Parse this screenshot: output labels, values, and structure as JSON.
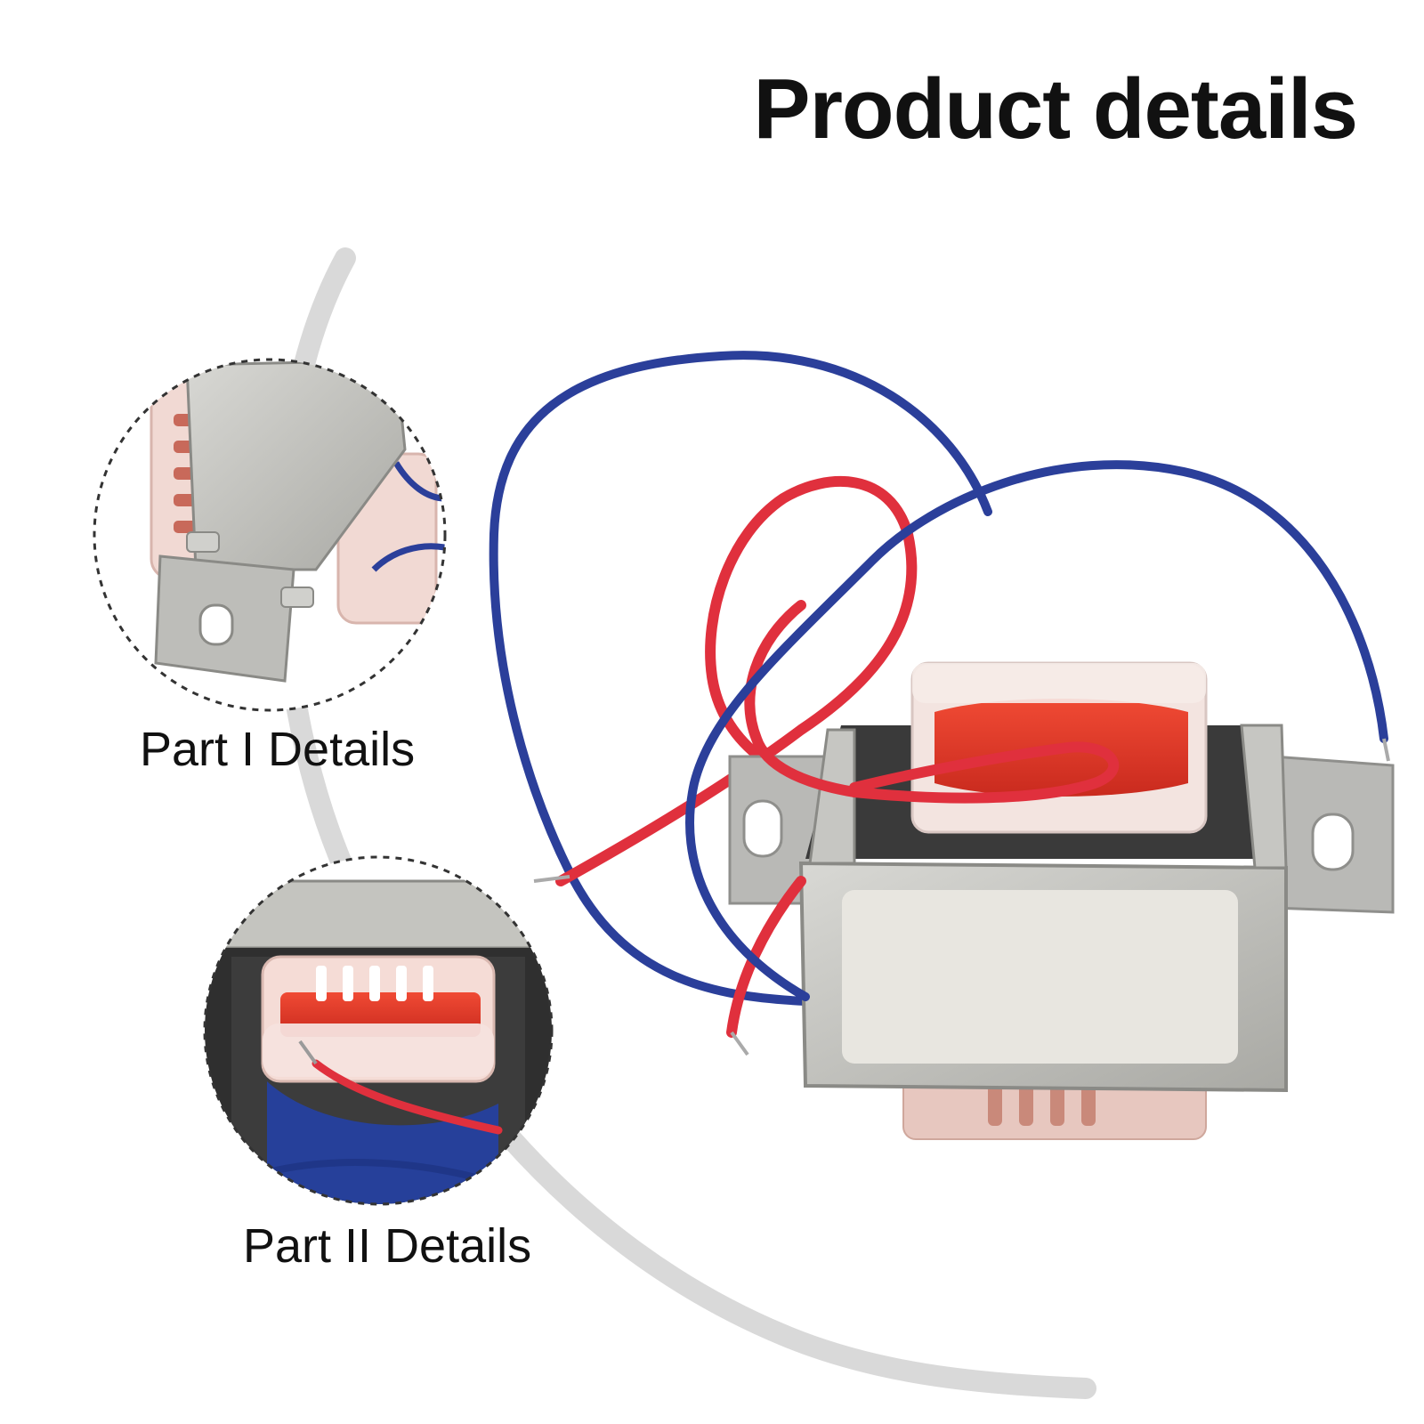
{
  "title": "Product details",
  "details": [
    {
      "label": "Part I Details"
    },
    {
      "label": "Part II Details"
    }
  ],
  "colors": {
    "title_text": "#111111",
    "arc": "#d6d6d6",
    "metal": "#bfbfbc",
    "coil_red": "#e8382b",
    "wire_red": "#e0303d",
    "wire_blue": "#2b3f9a",
    "bobbin": "#f3e4e0",
    "label_sticker": "#e8e6e0"
  },
  "icons": [
    "transformer-product-photo",
    "part-one-detail-zoom",
    "part-two-detail-zoom"
  ]
}
